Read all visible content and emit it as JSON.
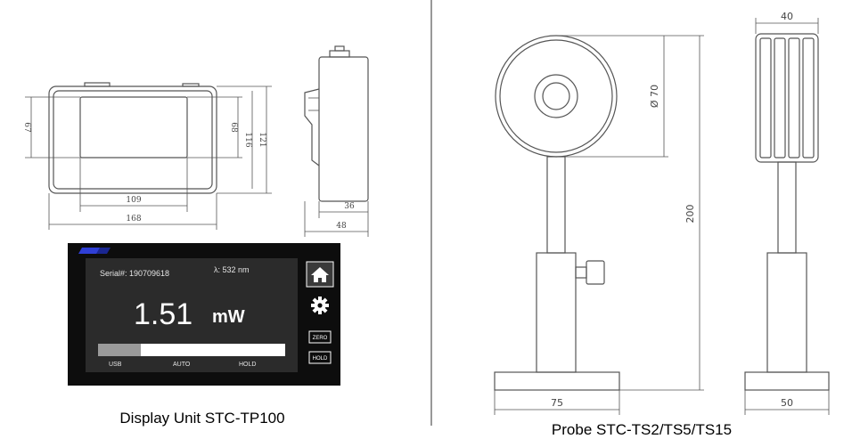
{
  "left_panel": {
    "caption": "Display Unit STC-TP100",
    "front_view_dims": {
      "screen_height": "67",
      "height_inner": "68",
      "height_mid": "116",
      "height_outer": "121",
      "screen_width": "109",
      "width_outer": "168"
    },
    "side_view_dims": {
      "depth_inner": "36",
      "depth_outer": "48"
    },
    "screen": {
      "serial_label": "Serial#: 190709618",
      "wavelength": "λ: 532 nm",
      "reading": "1.51",
      "unit": "mW",
      "progress_fraction": 0.23,
      "footer_items": [
        "USB",
        "AUTO",
        "HOLD"
      ],
      "side_buttons": [
        "ZERO",
        "HOLD"
      ],
      "icons": [
        "home-icon",
        "gear-icon"
      ]
    }
  },
  "right_panel": {
    "caption": "Probe STC-TS2/TS5/TS15",
    "front_view_dims": {
      "diameter": "Ø 70",
      "height": "200",
      "base_width": "75"
    },
    "side_view_dims": {
      "depth": "40",
      "base_width": "50"
    }
  },
  "colors": {
    "line": "#555555",
    "screen_bg": "#2b2b2b",
    "bezel": "#0d0d0d",
    "progress": "#9a9a9a"
  }
}
